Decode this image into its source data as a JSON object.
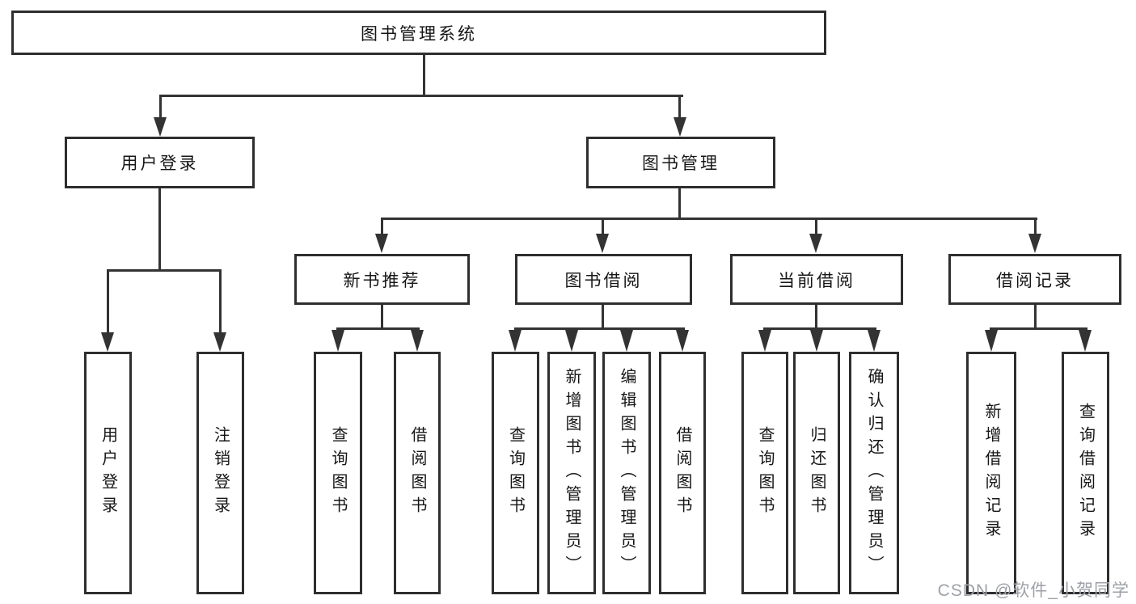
{
  "title": {
    "label": "图书管理系统"
  },
  "level2": {
    "login": {
      "label": "用户登录"
    },
    "management": {
      "label": "图书管理"
    }
  },
  "level3": {
    "recommend": {
      "label": "新书推荐"
    },
    "borrow": {
      "label": "图书借阅"
    },
    "current": {
      "label": "当前借阅"
    },
    "records": {
      "label": "借阅记录"
    }
  },
  "leaves": {
    "login": [
      "用户登录",
      "注销登录"
    ],
    "recommend": [
      "查询图书",
      "借阅图书"
    ],
    "borrow": [
      "查询图书",
      "新增图书（管理员）",
      "编辑图书（管理员）",
      "借阅图书"
    ],
    "current": [
      "查询图书",
      "归还图书",
      "确认归还（管理员）"
    ],
    "records": [
      "新增借阅记录",
      "查询借阅记录"
    ]
  },
  "watermark": {
    "text": "CSDN @软件_小贺同学"
  },
  "colors": {
    "line": "#333333",
    "box_border": "#2e2e2e",
    "box_fill": "#ffffff",
    "text": "#161616",
    "watermark": "#9da1a7"
  }
}
